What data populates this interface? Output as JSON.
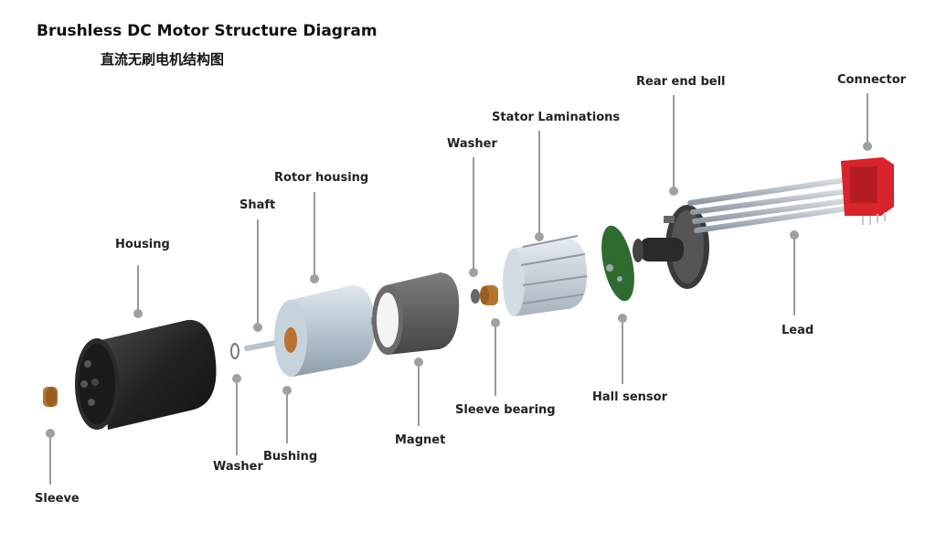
{
  "title": "Brushless DC Motor Structure Diagram",
  "subtitle": "直流无刷电机结构图",
  "labels": {
    "sleeve": "Sleeve",
    "housing": "Housing",
    "washer_left": "Washer",
    "shaft": "Shaft",
    "bushing": "Bushing",
    "rotor_housing": "Rotor housing",
    "magnet": "Magnet",
    "washer_right": "Washer",
    "sleeve_bearing": "Sleeve bearing",
    "stator_laminations": "Stator Laminations",
    "hall_sensor": "Hall sensor",
    "rear_end_bell": "Rear end bell",
    "connector": "Connector",
    "lead": "Lead"
  },
  "colors": {
    "housing": "#2b2b2b",
    "rotor": "#b9c6d3",
    "magnet": "#5a5a5a",
    "bronze": "#b8742f",
    "stator": "#c9d3dc",
    "pcb": "#2f6b2f",
    "connector": "#d8242a",
    "lead": "#aab4bd",
    "leader": "#8a8a8a"
  }
}
